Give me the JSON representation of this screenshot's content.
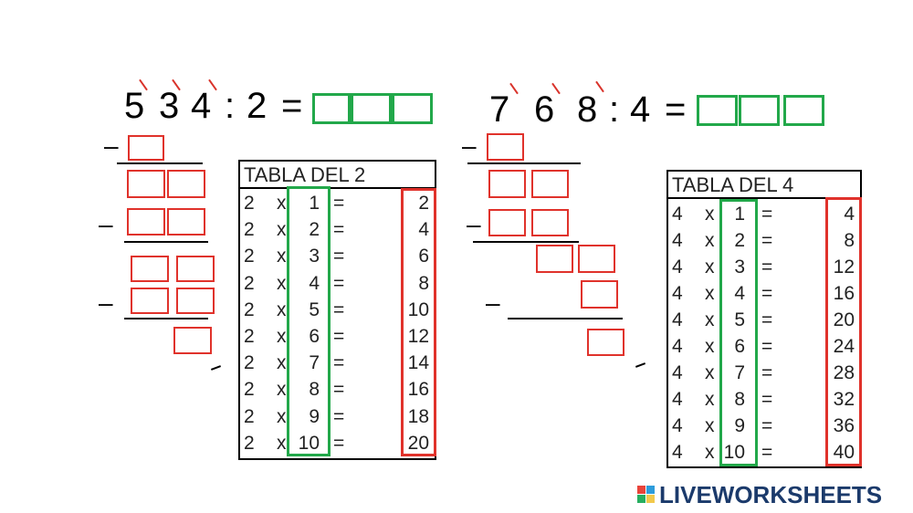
{
  "problem1": {
    "d1": "5",
    "d2": "3",
    "d3": "4",
    "op": ":",
    "divisor": "2",
    "eq": "="
  },
  "problem2": {
    "d1": "7",
    "d2": "6",
    "d3": "8",
    "op": ":",
    "divisor": "4",
    "eq": "="
  },
  "minus": "–",
  "table1": {
    "title": "TABLA DEL  2",
    "rows": [
      {
        "a": "2",
        "x": "x",
        "b": "1",
        "eq": "=",
        "r": "2"
      },
      {
        "a": "2",
        "x": "x",
        "b": "2",
        "eq": "=",
        "r": "4"
      },
      {
        "a": "2",
        "x": "x",
        "b": "3",
        "eq": "=",
        "r": "6"
      },
      {
        "a": "2",
        "x": "x",
        "b": "4",
        "eq": "=",
        "r": "8"
      },
      {
        "a": "2",
        "x": "x",
        "b": "5",
        "eq": "=",
        "r": "10"
      },
      {
        "a": "2",
        "x": "x",
        "b": "6",
        "eq": "=",
        "r": "12"
      },
      {
        "a": "2",
        "x": "x",
        "b": "7",
        "eq": "=",
        "r": "14"
      },
      {
        "a": "2",
        "x": "x",
        "b": "8",
        "eq": "=",
        "r": "16"
      },
      {
        "a": "2",
        "x": "x",
        "b": "9",
        "eq": "=",
        "r": "18"
      },
      {
        "a": "2",
        "x": "x",
        "b": "10",
        "eq": "=",
        "r": "20"
      }
    ]
  },
  "table2": {
    "title": "TABLA DEL  4",
    "rows": [
      {
        "a": "4",
        "x": "x",
        "b": "1",
        "eq": "=",
        "r": "4"
      },
      {
        "a": "4",
        "x": "x",
        "b": "2",
        "eq": "=",
        "r": "8"
      },
      {
        "a": "4",
        "x": "x",
        "b": "3",
        "eq": "=",
        "r": "12"
      },
      {
        "a": "4",
        "x": "x",
        "b": "4",
        "eq": "=",
        "r": "16"
      },
      {
        "a": "4",
        "x": "x",
        "b": "5",
        "eq": "=",
        "r": "20"
      },
      {
        "a": "4",
        "x": "x",
        "b": "6",
        "eq": "=",
        "r": "24"
      },
      {
        "a": "4",
        "x": "x",
        "b": "7",
        "eq": "=",
        "r": "28"
      },
      {
        "a": "4",
        "x": "x",
        "b": "8",
        "eq": "=",
        "r": "32"
      },
      {
        "a": "4",
        "x": "x",
        "b": "9",
        "eq": "=",
        "r": "36"
      },
      {
        "a": "4",
        "x": "x",
        "b": "10",
        "eq": "=",
        "r": "40"
      }
    ]
  },
  "logo": {
    "text": "LIVEWORKSHEETS"
  },
  "colors": {
    "green": "#22a84a",
    "red": "#e0322b",
    "brand": "#1b3a6b"
  }
}
